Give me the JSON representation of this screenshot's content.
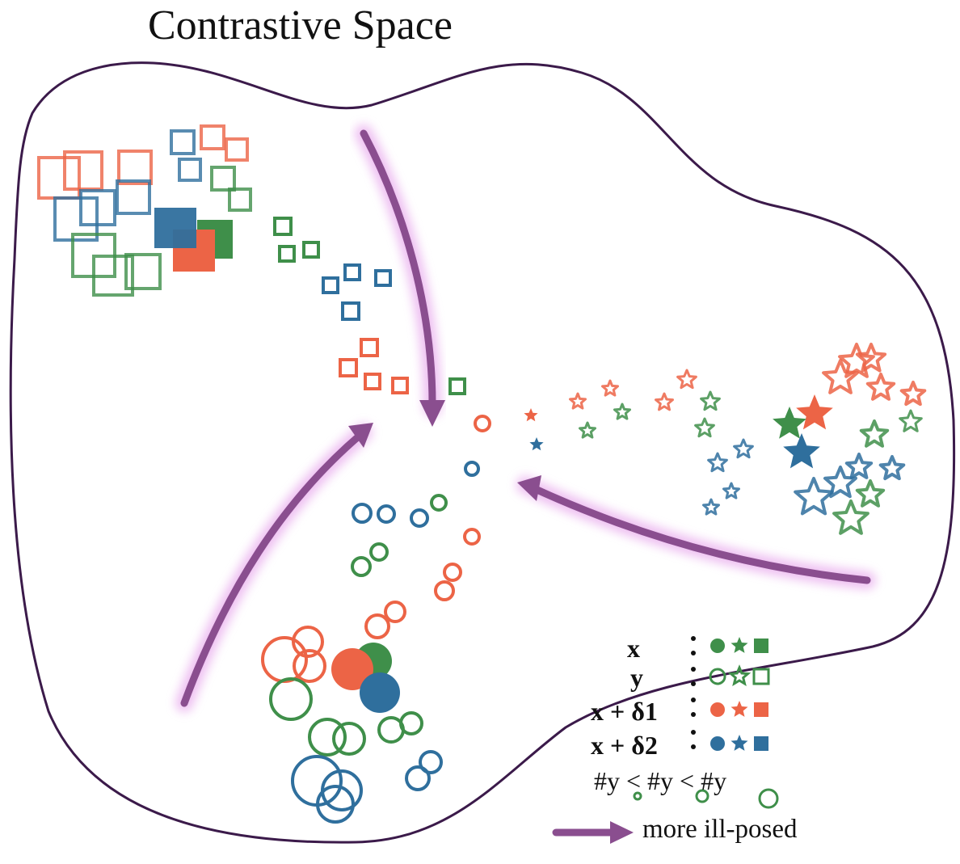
{
  "title": "Contrastive Space",
  "colors": {
    "green": "#3f8f4a",
    "orange": "#ec6446",
    "blue": "#2f6f9d",
    "boundary": "#3b1a4a",
    "arrow": "#8a4e8f",
    "arrow_glow": "#e08ce6"
  },
  "legend": {
    "rows": [
      {
        "label": "x",
        "marker_style": "filled",
        "color": "green"
      },
      {
        "label": "y",
        "marker_style": "hollow",
        "color": "green"
      },
      {
        "label": "x + δ1",
        "marker_style": "filled",
        "color": "orange"
      },
      {
        "label": "x + δ2",
        "marker_style": "filled",
        "color": "blue"
      }
    ],
    "ordering": "#y < #y < #y",
    "arrow_label": "more ill-posed"
  }
}
